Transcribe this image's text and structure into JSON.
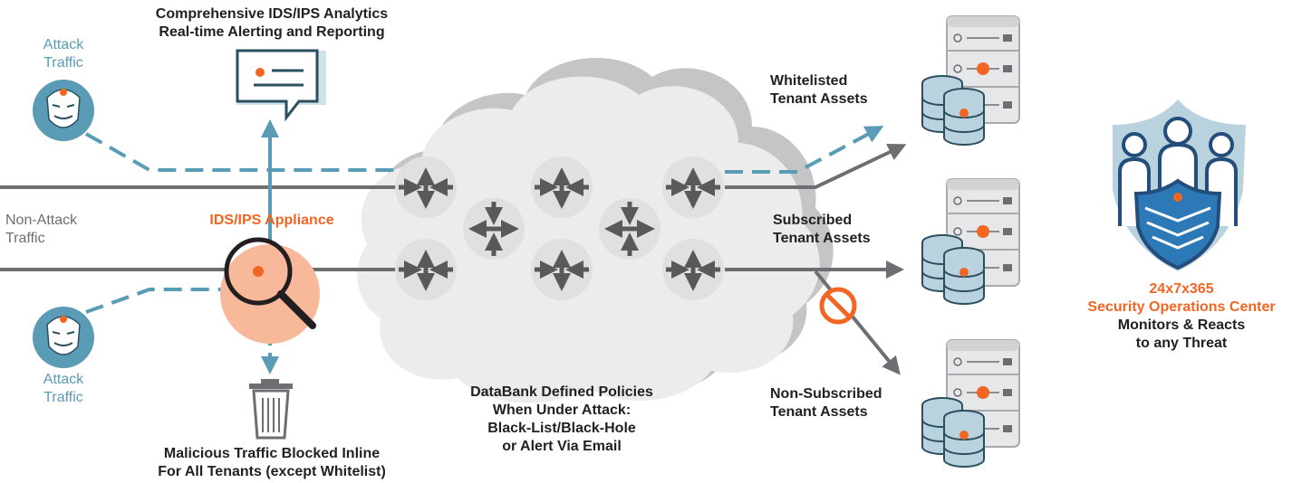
{
  "colors": {
    "attack_blue": "#5a9bb5",
    "line_grey": "#6d6e71",
    "accent_orange": "#f26522",
    "cloud_grey": "#cfd0d2",
    "cloud_light": "#e9e9ea",
    "shield_light": "#b9d3de",
    "shield_dark": "#234d7a",
    "text_dark": "#231f20"
  },
  "top_caption": {
    "line1": "Comprehensive IDS/IPS Analytics",
    "line2": "Real-time Alerting and Reporting"
  },
  "attack_top": {
    "line1": "Attack",
    "line2": "Traffic"
  },
  "attack_bottom": {
    "line1": "Attack",
    "line2": "Traffic"
  },
  "non_attack": {
    "line1": "Non-Attack",
    "line2": "Traffic"
  },
  "appliance_label": "IDS/IPS Appliance",
  "blocked_caption": {
    "line1": "Malicious Traffic Blocked Inline",
    "line2": "For All Tenants (except Whitelist)"
  },
  "policies_caption": {
    "line1": "DataBank Defined Policies",
    "line2": "When Under Attack:",
    "line3": "Black-List/Black-Hole",
    "line4": "or Alert Via Email"
  },
  "tenants": {
    "whitelisted": {
      "line1": "Whitelisted",
      "line2": "Tenant Assets"
    },
    "subscribed": {
      "line1": "Subscribed",
      "line2": "Tenant Assets"
    },
    "non_subscribed": {
      "line1": "Non-Subscribed",
      "line2": "Tenant Assets"
    }
  },
  "soc": {
    "line1": "24x7x365",
    "line2": "Security Operations Center",
    "line3": "Monitors & Reacts",
    "line4": "to any Threat"
  },
  "icons": [
    "hacker-mask-icon",
    "alert-message-icon",
    "magnifier-icon",
    "trash-can-icon",
    "router-icon",
    "server-icon",
    "database-icon",
    "blocked-icon",
    "soc-shield-icon"
  ]
}
